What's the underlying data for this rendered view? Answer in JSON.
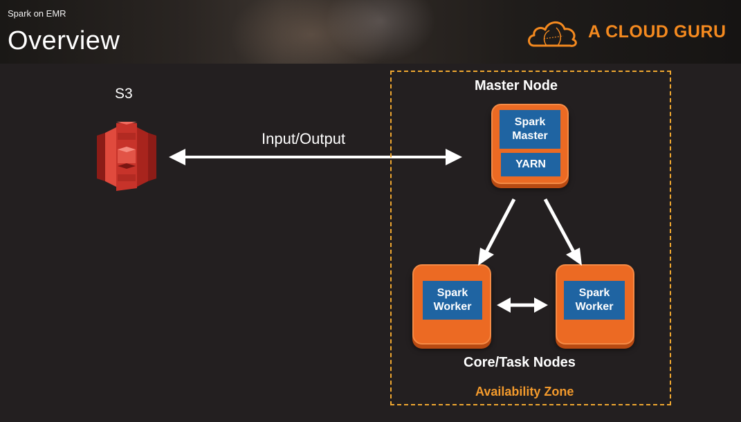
{
  "header": {
    "subtitle": "Spark on EMR",
    "title": "Overview",
    "brand": "A CLOUD GURU",
    "brand_color": "#f58a1f"
  },
  "diagram": {
    "s3_label": "S3",
    "s3_icon": "s3-bucket-icon",
    "io_label": "Input/Output",
    "master_label": "Master Node",
    "master_chips": [
      "Spark Master",
      "YARN"
    ],
    "worker_chip": "Spark Worker",
    "core_label": "Core/Task Nodes",
    "az_label": "Availability Zone",
    "node_color": "#ec6a23",
    "chip_color": "#1f64a2",
    "zone_color": "#f0a830"
  }
}
